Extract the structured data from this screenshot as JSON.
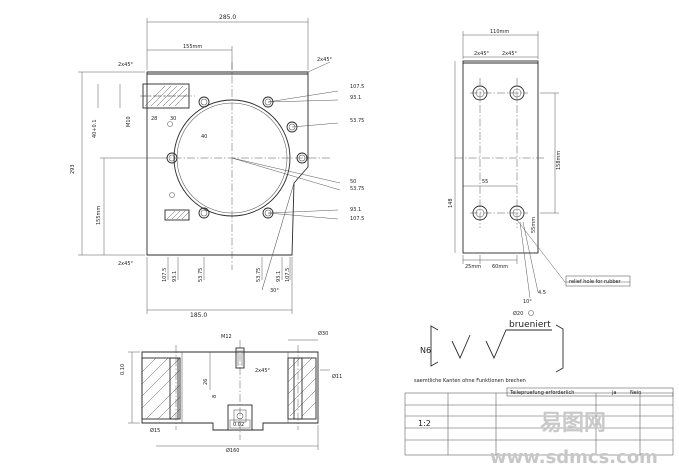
{
  "front_view": {
    "overall_width": "285.0",
    "overall_height": "293",
    "width_155": "155mm",
    "chamfer_tl": "2x45°",
    "chamfer_tr": "2x45°",
    "chamfer_bl": "2x45°",
    "left_side_dim": "40+0.1",
    "dim_m10": "M10",
    "dim_28": "28",
    "dim_30": "30",
    "dim_40": "40",
    "vert_155": "155mm",
    "r_107_5_top": "107.5",
    "r_93_1_top": "93.1",
    "r_53_75_top": "53.75",
    "r_50": "50",
    "r_53_75_bot": "53.75",
    "r_93_1_bot": "93.1",
    "r_107_5_bot": "107.5",
    "b_107_5": "107.5",
    "b_93_1": "93.1",
    "b_53_75": "53.75",
    "b_53_75_r": "53.75",
    "b_93_1_r": "93.1",
    "b_107_5_r": "107.5",
    "b_angle": "30°",
    "bottom_width": "185.0"
  },
  "side_view": {
    "width": "110mm",
    "chamfer_a": "2x45°",
    "chamfer_b": "2x45°",
    "height": "148",
    "inner_height": "158mm",
    "dim_55": "55",
    "dim_55mm": "55mm",
    "dim_25": "25mm",
    "dim_60": "60mm",
    "dim_45": "4.5",
    "dim_10": "10°",
    "dim_20": "Ø20",
    "relief_note": "relief hole for rubber"
  },
  "section_view": {
    "dia_30": "Ø30",
    "m12": "M12",
    "dia_11": "Ø11",
    "dia_15": "Ø15",
    "d_010": "0.10",
    "d_26": "26",
    "d_8": "8",
    "chamfer": "2x45°",
    "dia_160": "Ø160",
    "gdt_val": "0.02"
  },
  "surface": {
    "n6": "N6",
    "brueniert": "brueniert",
    "note": "saemtliche Kanten ohne Funktionen brechen"
  },
  "title_block": {
    "test_note": "Teilepruefung erforderlich",
    "ja": "ja",
    "nein": "Nein",
    "scale": "1:2",
    "watermark": "易图网",
    "watermark_url": "www.sdmcs.com"
  },
  "colors": {
    "ink": "#2a2a2a",
    "paper": "#ffffff",
    "watermark": "#c9c9c9"
  }
}
